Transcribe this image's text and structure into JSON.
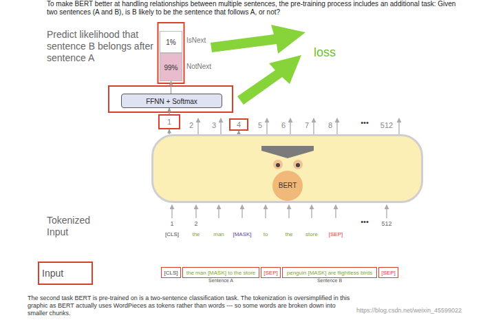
{
  "diagram": {
    "title": "To make BERT better at handling relationships between multiple sentences, the pre-training process includes an additional task: Given two sentences (A and B), is B likely to be the sentence that follows A, or not?",
    "caption": "The second task BERT is pre-trained on is a two-sentence classification task. The tokenization is oversimplified in this graphic as BERT actually uses WordPieces as tokens rather than words --- so some words are broken down into smaller chunks.",
    "nodes": [
      {
        "text": [
          "1%",
          "IsNext"
        ]
      },
      {
        "text": [
          "99%",
          "NotNext"
        ]
      },
      {
        "text": [
          "FFNN + Softmax"
        ]
      },
      {
        "text": [
          "1"
        ]
      },
      {
        "text": [
          "4"
        ]
      },
      {
        "text": [
          "BERT"
        ]
      },
      {
        "text": [
          "Input"
        ]
      },
      {
        "text": [
          "[CLS]"
        ]
      },
      {
        "text": [
          "the man [MASK] to the store",
          "Sentence A"
        ]
      },
      {
        "text": [
          "[SEP]"
        ]
      },
      {
        "text": [
          "penguin [MASK] are flightless birds",
          "Sentence B"
        ]
      },
      {
        "text": [
          "[SEP]"
        ]
      }
    ],
    "edges": [
      {
        "from": 3,
        "to": 2,
        "arrow": "to"
      },
      {
        "from": 2,
        "to": 1,
        "arrow": "to"
      },
      {
        "from": 5,
        "to": 3,
        "arrow": "to"
      },
      {
        "from": 5,
        "to": 4,
        "arrow": "to"
      }
    ],
    "labels": [
      "Predict likelihood that sentence B belongs after sentence A",
      "loss",
      "2",
      "3",
      "5",
      "6",
      "7",
      "8",
      "•••",
      "512",
      "Tokenized Input",
      "1",
      "2",
      "•••",
      "512",
      "[CLS]",
      "the",
      "man",
      "[MASK]",
      "to",
      "the",
      "store",
      "[SEP]",
      "https://blog.csdn.net/weixin_45599022"
    ]
  }
}
